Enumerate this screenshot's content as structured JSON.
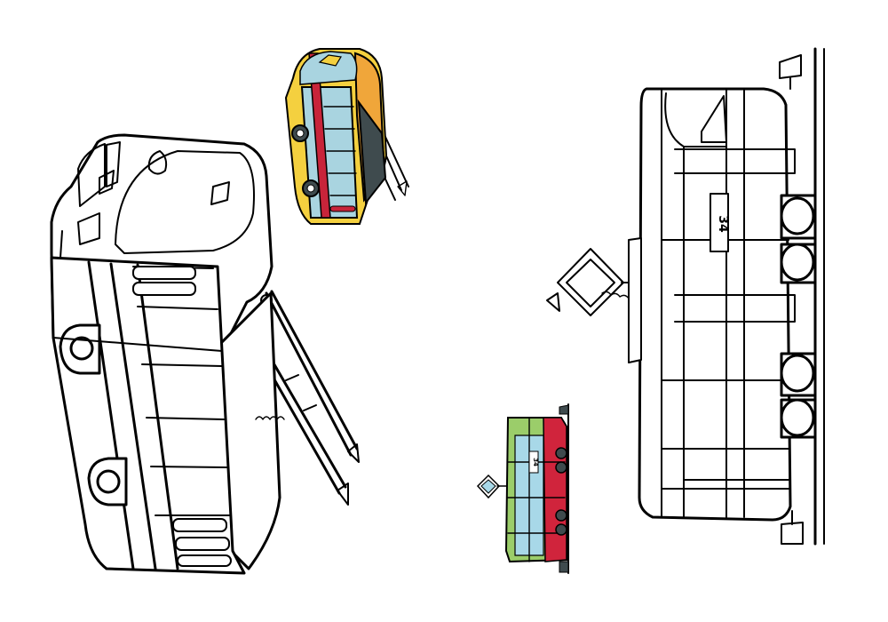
{
  "colors": {
    "line": "#000000",
    "paper": "#ffffff",
    "bus_yellow": "#f4d03f",
    "bus_orange": "#f0a63a",
    "bus_red": "#c8243a",
    "bus_blue": "#a9d4e0",
    "bus_dark": "#3f4b4e",
    "tram_green": "#9bcd6a",
    "tram_red": "#d0243c",
    "tram_blue": "#a8d8e8"
  },
  "drawings": [
    {
      "subject": "trolleybus",
      "style": "outline",
      "icon": "trolleybus-outline-icon"
    },
    {
      "subject": "trolleybus",
      "style": "colored",
      "icon": "trolleybus-colored-icon"
    },
    {
      "subject": "tram",
      "style": "outline",
      "icon": "tram-outline-icon"
    },
    {
      "subject": "tram",
      "style": "colored",
      "icon": "tram-colored-icon"
    }
  ],
  "tram_outline": {
    "route_number": "34"
  },
  "tram_colored": {
    "route_number": "34"
  }
}
